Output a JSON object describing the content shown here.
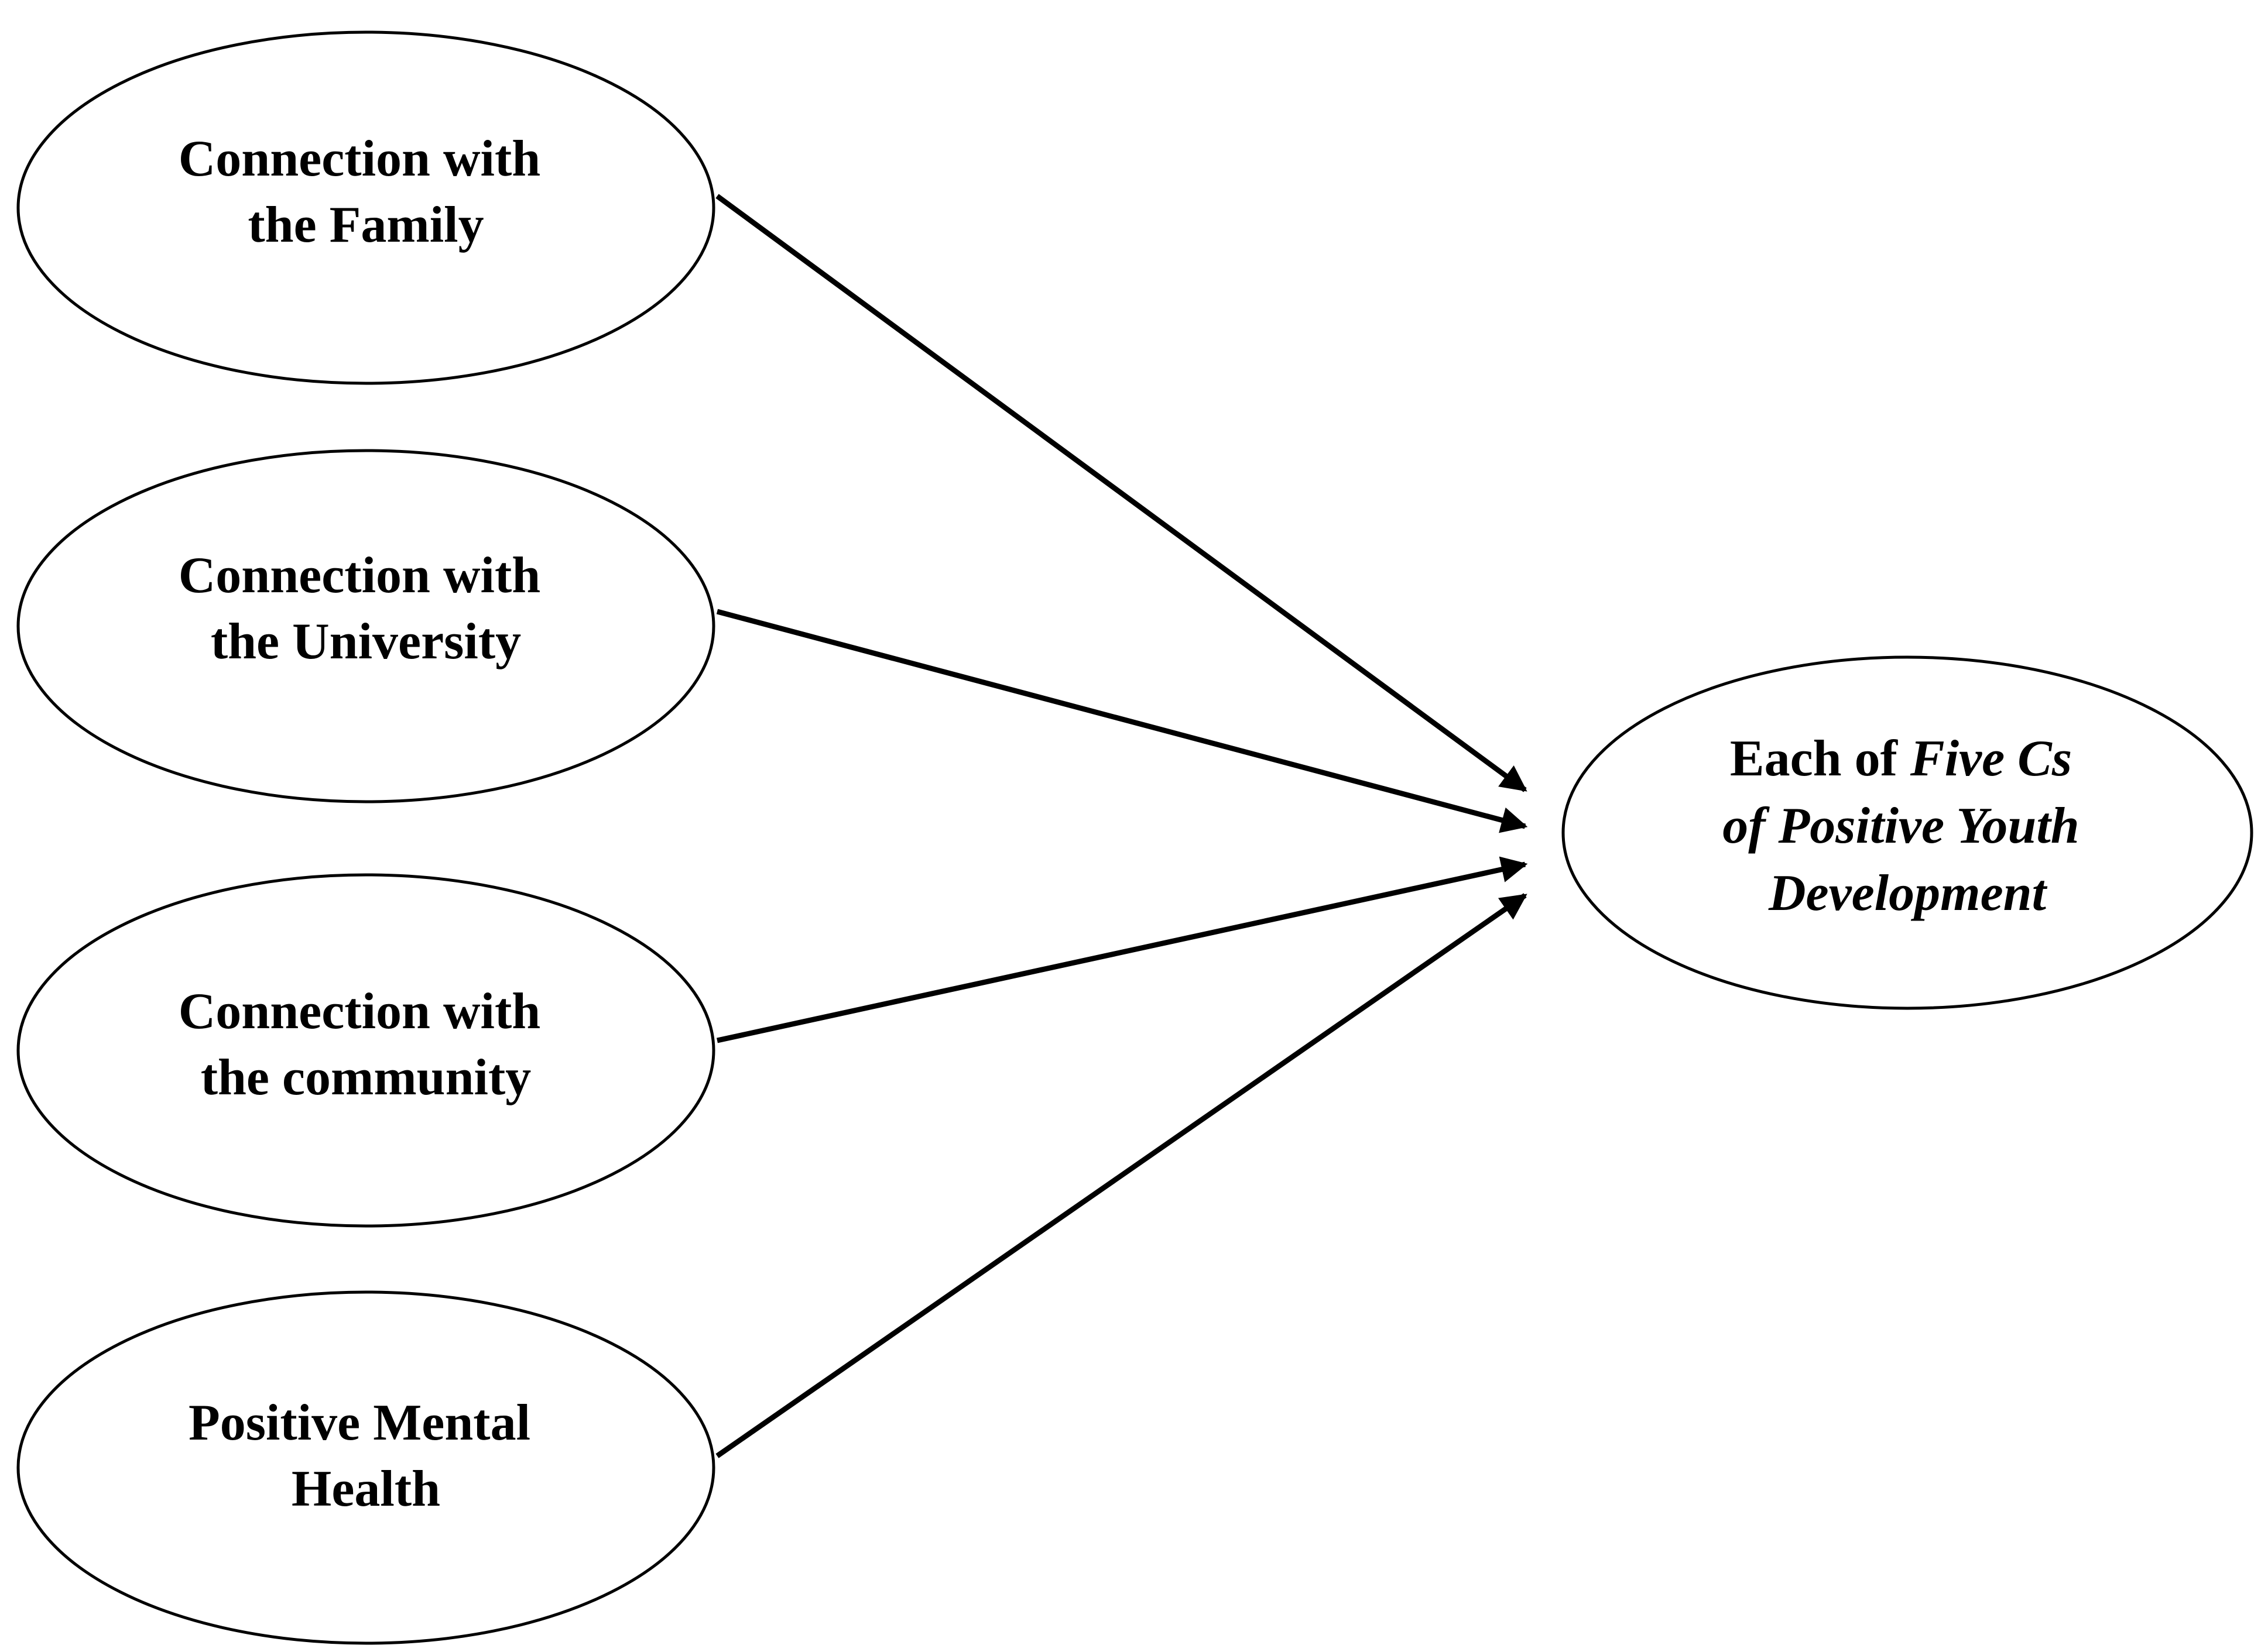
{
  "diagram": {
    "type": "path-diagram",
    "sources": [
      {
        "id": "family",
        "lines": [
          "Connection with",
          "the Family"
        ]
      },
      {
        "id": "university",
        "lines": [
          "Connection with",
          "the University"
        ]
      },
      {
        "id": "community",
        "lines": [
          "Connection with",
          "the community"
        ]
      },
      {
        "id": "mental-health",
        "lines": [
          "Positive Mental",
          "Health"
        ]
      }
    ],
    "target": {
      "id": "five-cs",
      "line1_plain": "Each of ",
      "line1_italic": "Five Cs",
      "line2": "of Positive Youth",
      "line3": "Development"
    },
    "edges": [
      {
        "from": "family",
        "to": "five-cs"
      },
      {
        "from": "university",
        "to": "five-cs"
      },
      {
        "from": "community",
        "to": "five-cs"
      },
      {
        "from": "mental-health",
        "to": "five-cs"
      }
    ],
    "colors": {
      "background": "#ffffff",
      "stroke": "#000000",
      "text": "#000000"
    }
  }
}
